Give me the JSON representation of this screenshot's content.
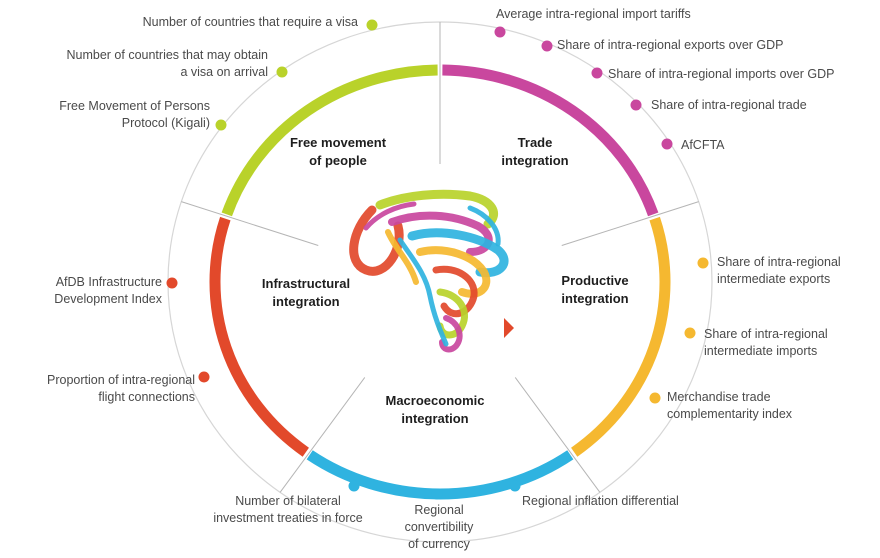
{
  "colors": {
    "trade": "#c9479e",
    "productive": "#f5b830",
    "macroeconomic": "#2fb3e0",
    "infrastructural": "#e2492b",
    "people": "#b9d22a",
    "divider": "#9a9a9a",
    "text": "#4a4a4a"
  },
  "sectors": {
    "people": [
      "Free movement",
      "of people"
    ],
    "trade": [
      "Trade",
      "integration"
    ],
    "productive": [
      "Productive",
      "integration"
    ],
    "macroeconomic": [
      "Macroeconomic",
      "integration"
    ],
    "infrastructural": [
      "Infrastructural",
      "integration"
    ]
  },
  "dimensions": {
    "people": [
      [
        "Number of countries that require a visa"
      ],
      [
        "Number of countries that may obtain",
        "a visa on arrival"
      ],
      [
        "Free Movement of Persons",
        "Protocol (Kigali)"
      ]
    ],
    "trade": [
      [
        "Average intra-regional import tariffs"
      ],
      [
        "Share of intra-regional exports over GDP"
      ],
      [
        "Share of intra-regional imports over GDP"
      ],
      [
        "Share of intra-regional trade"
      ],
      [
        "AfCFTA"
      ]
    ],
    "productive": [
      [
        "Share of intra-regional",
        "intermediate exports"
      ],
      [
        "Share of intra-regional",
        "intermediate imports"
      ],
      [
        "Merchandise trade",
        "complementarity index"
      ]
    ],
    "macroeconomic": [
      [
        "Regional inflation differential"
      ],
      [
        "Regional",
        "convertibility",
        "of currency"
      ],
      [
        "Number of bilateral",
        "investment treaties in force"
      ]
    ],
    "infrastructural": [
      [
        "AfDB Infrastructure",
        "Development Index"
      ],
      [
        "Proportion of intra-regional",
        "flight connections"
      ]
    ]
  },
  "icons": {
    "center": "africa-ribbon-map-icon"
  }
}
